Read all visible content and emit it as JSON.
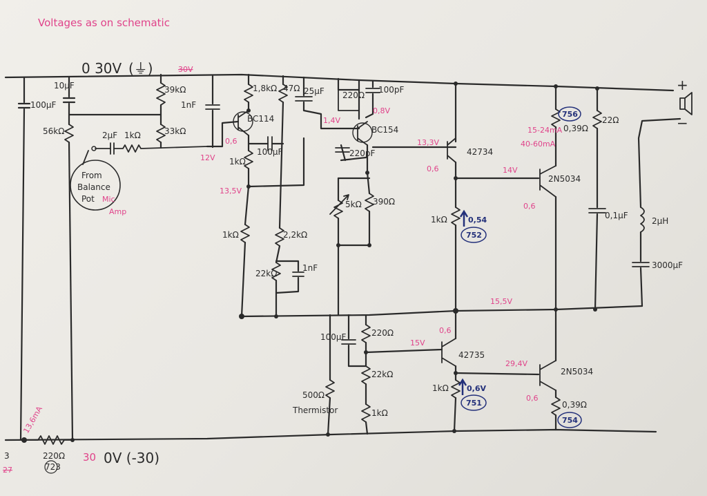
{
  "title": "Voltages as on schematic",
  "rails": {
    "top": "0 30V",
    "top_ground": "(⏚)",
    "top_struck": "30V",
    "bottom": "0V (-30)",
    "bottom_prefix": "30",
    "plus": "+",
    "minus": "−"
  },
  "input_note": [
    "From",
    "Balance",
    "Pot"
  ],
  "input_note_pink": [
    "Mic",
    "Amp"
  ],
  "components": {
    "c_100uf_left": "100µF",
    "c_10uf": "10µF",
    "r_56k": "56kΩ",
    "c_2uf": "2µF",
    "r_1k_in": "1kΩ",
    "r_39k": "39kΩ",
    "r_33k": "33kΩ",
    "c_1nf_a": "1nF",
    "r_1_8k": "1,8kΩ",
    "r_47": "47Ω",
    "c_25uf": "25µF",
    "q1": "BC114",
    "c_100uf_mid": "100µF",
    "r_1k_a": "1kΩ",
    "r_1k_b": "1kΩ",
    "r_2_2k": "2,2kΩ",
    "r_22k": "22kΩ",
    "c_1nf_b": "1nF",
    "r_220_top": "220Ω",
    "c_100pf": "100pF",
    "q2": "BC154",
    "c_220pf": "220pF",
    "pot_5k": "5kΩ",
    "r_390": "390Ω",
    "q3": "42734",
    "r_1k_q3": "1kΩ",
    "q4": "2N5034",
    "r_0_39_top": "0,39Ω",
    "r_22": "22Ω",
    "c_0_1uf": "0,1µF",
    "l_2u": "2µH",
    "c_3000uf": "3000µF",
    "c_100uf_low": "100µF",
    "r_220_low": "220Ω",
    "q5": "42735",
    "r_22k_low": "22kΩ",
    "pot_500": "500Ω",
    "thermistor": "Thermistor",
    "r_1k_low": "1kΩ",
    "r_1k_q5": "1kΩ",
    "q6": "2N5034",
    "r_0_39_low": "0,39Ω",
    "r_220_bottom": "220Ω"
  },
  "voltages": {
    "v_12": "12V",
    "v_13_5": "13,5V",
    "v_0_8": "0,8V",
    "v_1_4": "1,4V",
    "v_13_3": "13,3V",
    "v_14": "14V",
    "v_15_5": "15,5V",
    "v_15": "15V",
    "v_29_4": "29,4V",
    "v_0_6_a": "0,6",
    "v_0_6_b": "0,6",
    "v_0_6_c": "0,6",
    "v_0_6_d": "0,6",
    "v_0_6_e": "0,6",
    "i_15_24": "15-24mA",
    "i_40_60": "40-60mA",
    "i_13_6": "13,6mA",
    "v_0_54": "0,54",
    "v_0_6_blue": "0,6V",
    "left_3": "3",
    "left_27": "27"
  },
  "tags": {
    "t756": "756",
    "t752": "752",
    "t751": "751",
    "t754": "754",
    "t723": "723"
  }
}
